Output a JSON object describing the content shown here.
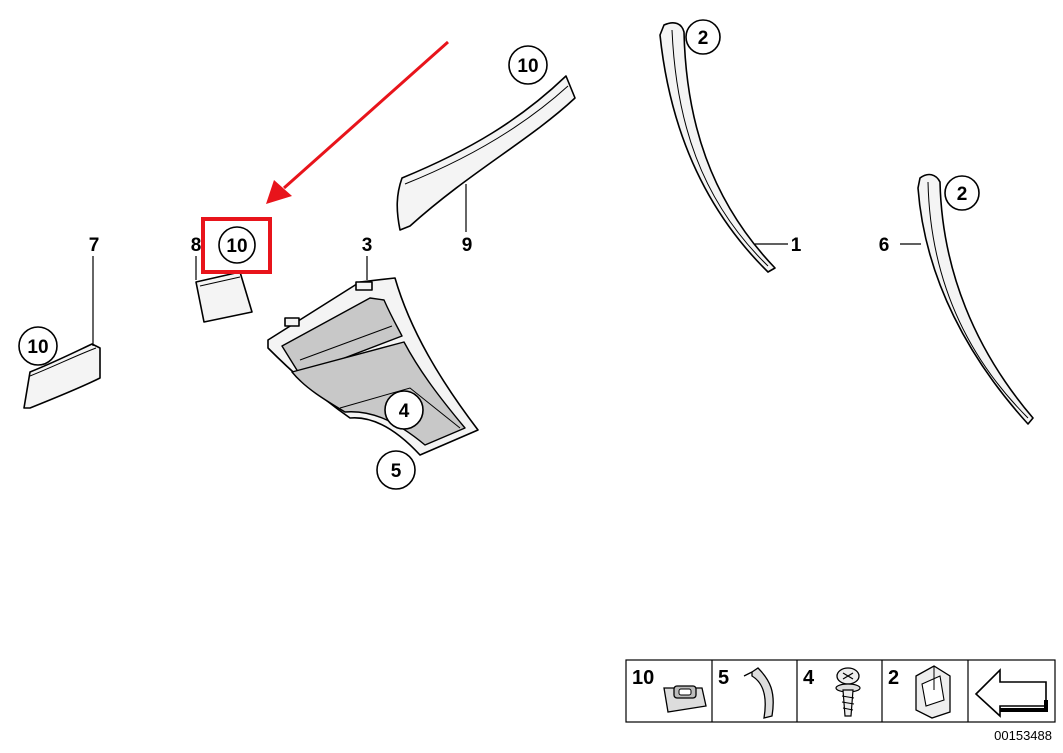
{
  "callouts": {
    "c2_top": "2",
    "c2_right": "2",
    "c10_top": "10",
    "c10_boxed": "10",
    "c10_left": "10",
    "c4": "4",
    "c5": "5"
  },
  "labels": {
    "l1": "1",
    "l3": "3",
    "l6": "6",
    "l7": "7",
    "l8": "8",
    "l9": "9"
  },
  "legend": {
    "cells": [
      {
        "label": "10",
        "icon": "clip-nut-icon"
      },
      {
        "label": "5",
        "icon": "spring-clip-icon"
      },
      {
        "label": "4",
        "icon": "screw-icon"
      },
      {
        "label": "2",
        "icon": "holder-clip-icon"
      },
      {
        "label": "",
        "icon": "arrow-icon"
      }
    ]
  },
  "doc_number": "00153488",
  "colors": {
    "highlight": "#e8141b",
    "line": "#000000",
    "part_fill": "#f4f4f4"
  }
}
